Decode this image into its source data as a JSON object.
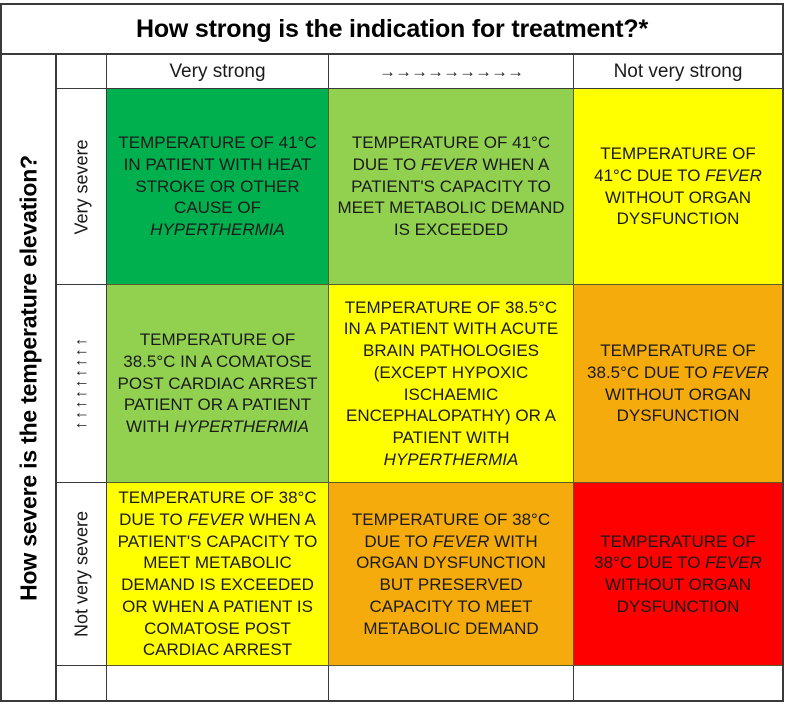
{
  "header": {
    "title": "How strong is the indication for treatment?*"
  },
  "row_axis": {
    "title": "How severe is the temperature elevation?"
  },
  "columns": [
    {
      "label": "Very strong",
      "name": "very-strong"
    },
    {
      "label": "→→→→→→→→→",
      "name": "gradient-arrows"
    },
    {
      "label": "Not very strong",
      "name": "not-very-strong"
    }
  ],
  "rows": [
    {
      "label": "Very severe",
      "name": "very-severe"
    },
    {
      "label": "↑ ↑ ↑ ↑ ↑ ↑ ↑ ↑ ↑",
      "name": "gradient-arrows"
    },
    {
      "label": "Not very severe",
      "name": "not-very-severe"
    }
  ],
  "colors": {
    "dark_green": "#00b04f",
    "light_green": "#92d04f",
    "yellow": "#ffff00",
    "orange": "#f5ab0c",
    "red": "#ff0000",
    "border": "#3a3a3a",
    "text": "#1a1a1a"
  },
  "cells": [
    [
      {
        "color": "#00b04f",
        "color_name": "dark-green",
        "parts": [
          {
            "text": "TEMPERATURE OF 41°C IN PATIENT WITH HEAT STROKE OR OTHER CAUSE OF ",
            "italic": false
          },
          {
            "text": "HYPERTHERMIA",
            "italic": true
          }
        ],
        "plain": "TEMPERATURE OF 41°C IN PATIENT WITH HEAT STROKE OR OTHER CAUSE OF HYPERTHERMIA"
      },
      {
        "color": "#92d04f",
        "color_name": "light-green",
        "parts": [
          {
            "text": "TEMPERATURE OF 41°C DUE TO ",
            "italic": false
          },
          {
            "text": "FEVER",
            "italic": true
          },
          {
            "text": " WHEN A PATIENT'S CAPACITY TO MEET METABOLIC DEMAND IS EXCEEDED",
            "italic": false
          }
        ],
        "plain": "TEMPERATURE OF 41°C DUE TO FEVER WHEN A PATIENT'S CAPACITY TO MEET METABOLIC DEMAND IS EXCEEDED"
      },
      {
        "color": "#ffff00",
        "color_name": "yellow",
        "parts": [
          {
            "text": "TEMPERATURE OF 41°C DUE TO ",
            "italic": false
          },
          {
            "text": "FEVER",
            "italic": true
          },
          {
            "text": " WITHOUT ORGAN DYSFUNCTION",
            "italic": false
          }
        ],
        "plain": "TEMPERATURE OF 41°C DUE TO FEVER WITHOUT ORGAN DYSFUNCTION"
      }
    ],
    [
      {
        "color": "#92d04f",
        "color_name": "light-green",
        "parts": [
          {
            "text": "TEMPERATURE OF 38.5°C IN A COMATOSE POST CARDIAC ARREST PATIENT OR A PATIENT WITH ",
            "italic": false
          },
          {
            "text": "HYPERTHERMIA",
            "italic": true
          }
        ],
        "plain": "TEMPERATURE OF 38.5°C IN A COMATOSE POST CARDIAC ARREST PATIENT OR A PATIENT WITH HYPERTHERMIA"
      },
      {
        "color": "#ffff00",
        "color_name": "yellow",
        "parts": [
          {
            "text": "TEMPERATURE OF 38.5°C IN A PATIENT WITH ACUTE BRAIN PATHOLOGIES (EXCEPT HYPOXIC ISCHAEMIC ENCEPHALOPATHY) OR A PATIENT WITH ",
            "italic": false
          },
          {
            "text": "HYPERTHERMIA",
            "italic": true
          }
        ],
        "plain": "TEMPERATURE OF 38.5°C IN A PATIENT WITH ACUTE BRAIN PATHOLOGIES (EXCEPT HYPOXIC ISCHAEMIC ENCEPHALOPATHY) OR A PATIENT WITH HYPERTHERMIA"
      },
      {
        "color": "#f5ab0c",
        "color_name": "orange",
        "parts": [
          {
            "text": "TEMPERATURE OF 38.5°C DUE TO ",
            "italic": false
          },
          {
            "text": "FEVER",
            "italic": true
          },
          {
            "text": " WITHOUT ORGAN DYSFUNCTION",
            "italic": false
          }
        ],
        "plain": "TEMPERATURE OF 38.5°C DUE TO FEVER WITHOUT ORGAN DYSFUNCTION"
      }
    ],
    [
      {
        "color": "#ffff00",
        "color_name": "yellow",
        "parts": [
          {
            "text": "TEMPERATURE OF 38°C DUE TO ",
            "italic": false
          },
          {
            "text": "FEVER",
            "italic": true
          },
          {
            "text": " WHEN A PATIENT'S CAPACITY TO MEET METABOLIC DEMAND IS EXCEEDED OR WHEN A PATIENT IS COMATOSE POST CARDIAC ARREST",
            "italic": false
          }
        ],
        "plain": "TEMPERATURE OF 38°C DUE TO FEVER WHEN A PATIENT'S CAPACITY TO MEET METABOLIC DEMAND IS EXCEEDED OR WHEN A PATIENT IS COMATOSE POST CARDIAC ARREST"
      },
      {
        "color": "#f5ab0c",
        "color_name": "orange",
        "parts": [
          {
            "text": "TEMPERATURE OF 38°C DUE TO ",
            "italic": false
          },
          {
            "text": "FEVER",
            "italic": true
          },
          {
            "text": " WITH ORGAN DYSFUNCTION BUT PRESERVED CAPACITY TO MEET METABOLIC DEMAND",
            "italic": false
          }
        ],
        "plain": "TEMPERATURE OF 38°C DUE TO FEVER WITH ORGAN DYSFUNCTION BUT PRESERVED CAPACITY TO MEET METABOLIC DEMAND"
      },
      {
        "color": "#ff0000",
        "color_name": "red",
        "parts": [
          {
            "text": "TEMPERATURE OF 38°C  DUE TO ",
            "italic": false
          },
          {
            "text": "FEVER",
            "italic": true
          },
          {
            "text": " WITHOUT ORGAN DYSFUNCTION",
            "italic": false
          }
        ],
        "plain": "TEMPERATURE OF 38°C  DUE TO FEVER WITHOUT ORGAN DYSFUNCTION"
      }
    ]
  ]
}
